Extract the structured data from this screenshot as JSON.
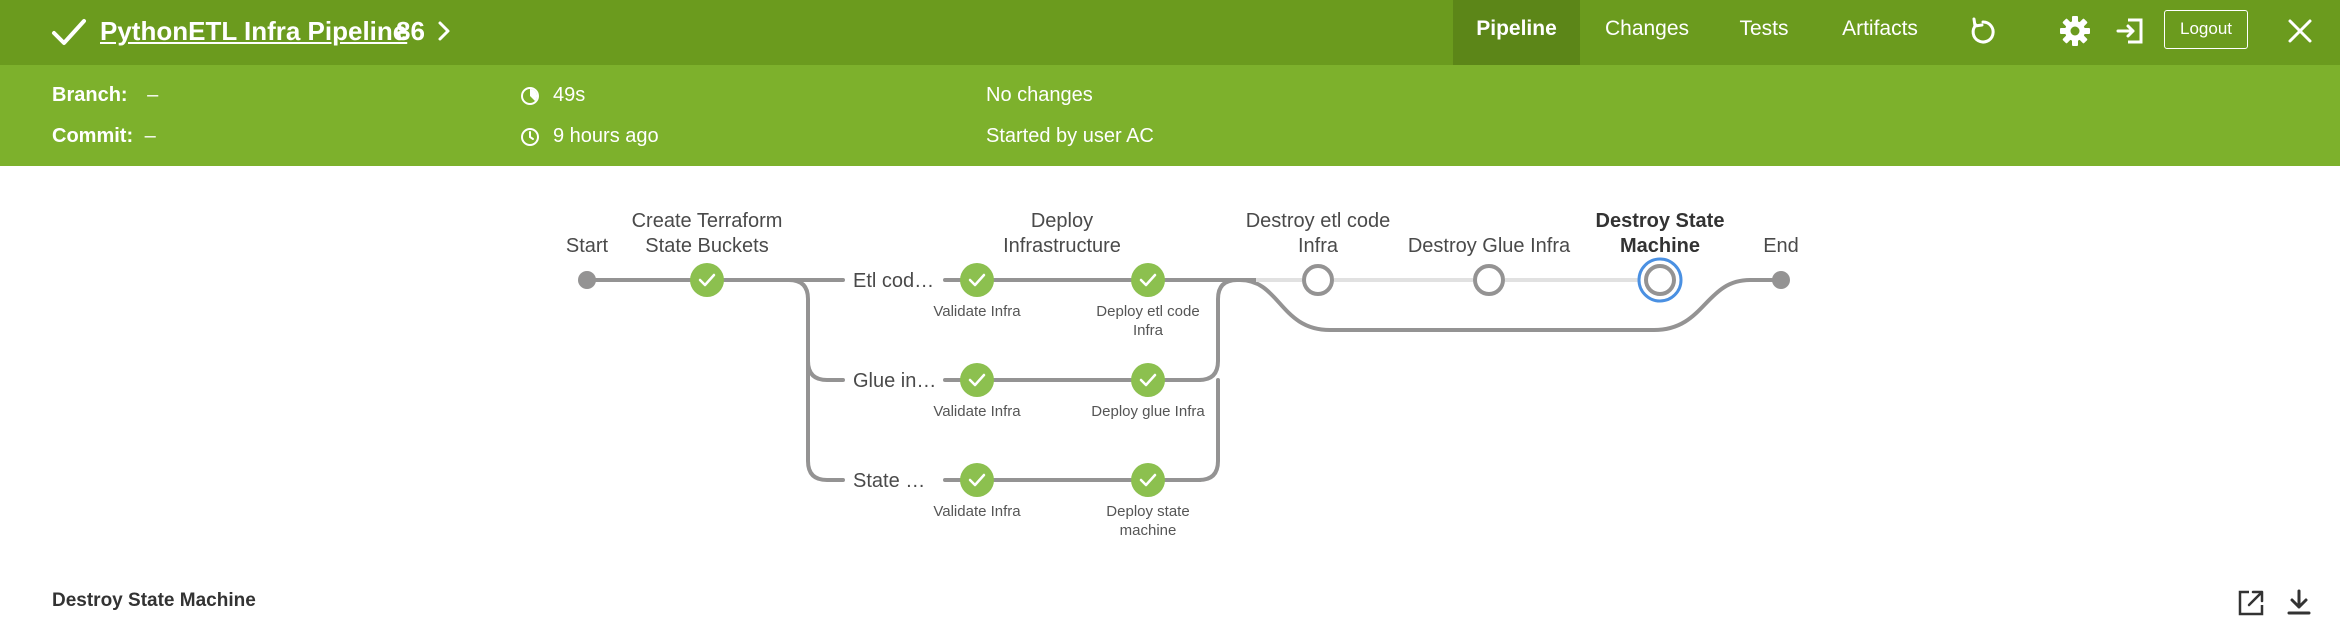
{
  "header": {
    "title": "PythonETL Infra Pipeline",
    "run_number": "86",
    "status_icon": "success-check-icon",
    "tabs": [
      {
        "label": "Pipeline",
        "active": true
      },
      {
        "label": "Changes",
        "active": false
      },
      {
        "label": "Tests",
        "active": false
      },
      {
        "label": "Artifacts",
        "active": false
      }
    ],
    "logout_label": "Logout"
  },
  "info": {
    "branch_label": "Branch:",
    "branch_value": "–",
    "commit_label": "Commit:",
    "commit_value": "–",
    "duration": "49s",
    "time_ago": "9 hours ago",
    "changes": "No changes",
    "started_by": "Started by user AC"
  },
  "graph": {
    "start_label": "Start",
    "end_label": "End",
    "stages": {
      "create_buckets_1": "Create Terraform",
      "create_buckets_2": "State Buckets",
      "deploy_infra_1": "Deploy",
      "deploy_infra_2": "Infrastructure",
      "destroy_etl_1": "Destroy etl code",
      "destroy_etl_2": "Infra",
      "destroy_glue": "Destroy Glue Infra",
      "destroy_sm_1": "Destroy State",
      "destroy_sm_2": "Machine"
    },
    "branches": [
      "Etl cod…",
      "Glue in…",
      "State …"
    ],
    "steps": {
      "validate": "Validate Infra",
      "deploy_etl_1": "Deploy etl code",
      "deploy_etl_2": "Infra",
      "deploy_glue": "Deploy glue Infra",
      "deploy_state_1": "Deploy state",
      "deploy_state_2": "machine"
    }
  },
  "selected_step_title": "Destroy State Machine",
  "colors": {
    "header_bg": "#6b9b1e",
    "info_bg": "#7db12c",
    "success": "#8cc04f",
    "selected": "#4a90e2",
    "line": "#949393"
  }
}
